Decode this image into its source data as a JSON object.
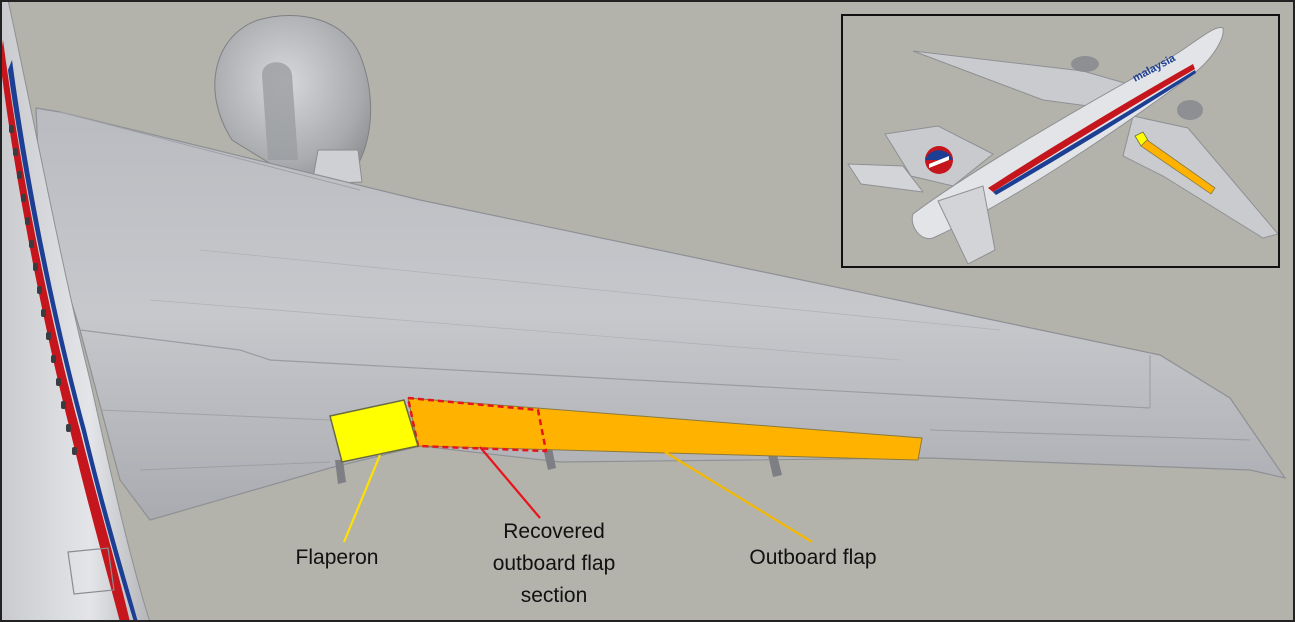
{
  "colors": {
    "background": "#b3b3ab",
    "wing_fill": "#c2c4c8",
    "fuselage_fill": "#dfe0e4",
    "flaperon_highlight": "#ffff00",
    "outboard_flap_highlight": "#ffb300",
    "recovered_section_outline": "#e8141b",
    "flaperon_callout_line": "#ffe100",
    "recovered_callout_line": "#e8141b",
    "outboard_callout_line": "#f5b800",
    "livery_red": "#c4161c",
    "livery_blue": "#1c3f94"
  },
  "callouts": {
    "flaperon": "Flaperon",
    "recovered_line1": "Recovered",
    "recovered_line2": "outboard flap",
    "recovered_line3": "section",
    "outboard_flap": "Outboard flap"
  },
  "inset": {
    "fuselage_wordmark": "malaysia"
  }
}
